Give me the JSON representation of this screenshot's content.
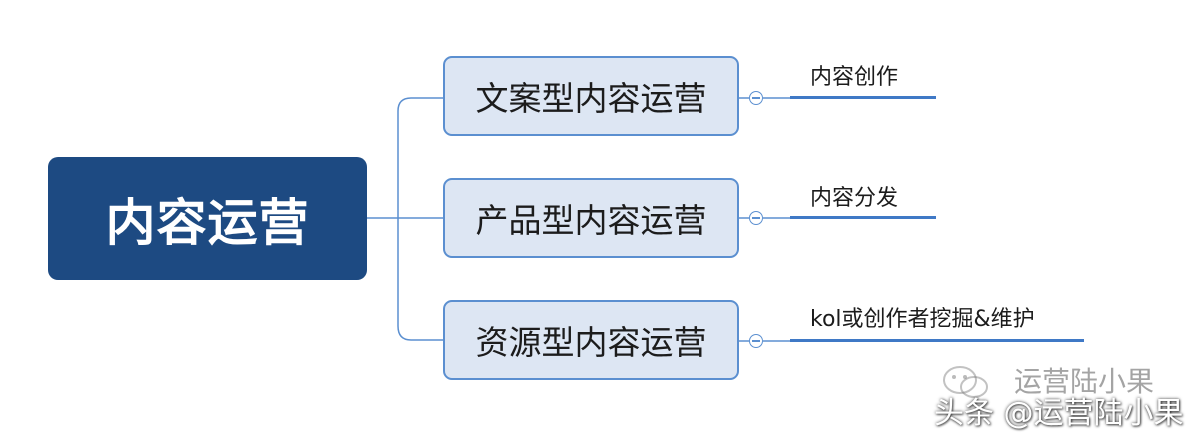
{
  "mindmap": {
    "root": {
      "label": "内容运营"
    },
    "branches": [
      {
        "label": "文案型内容运营",
        "leaf": "内容创作"
      },
      {
        "label": "产品型内容运营",
        "leaf": "内容分发"
      },
      {
        "label": "资源型内容运营",
        "leaf": "kol或创作者挖掘&维护"
      }
    ]
  },
  "watermark": {
    "account_name": "运营陆小果",
    "footer": "头条 @运营陆小果"
  },
  "colors": {
    "root_fill": "#1d4a82",
    "branch_fill": "#dde6f3",
    "branch_border": "#5b8fd0",
    "leaf_line": "#3f79c6"
  }
}
